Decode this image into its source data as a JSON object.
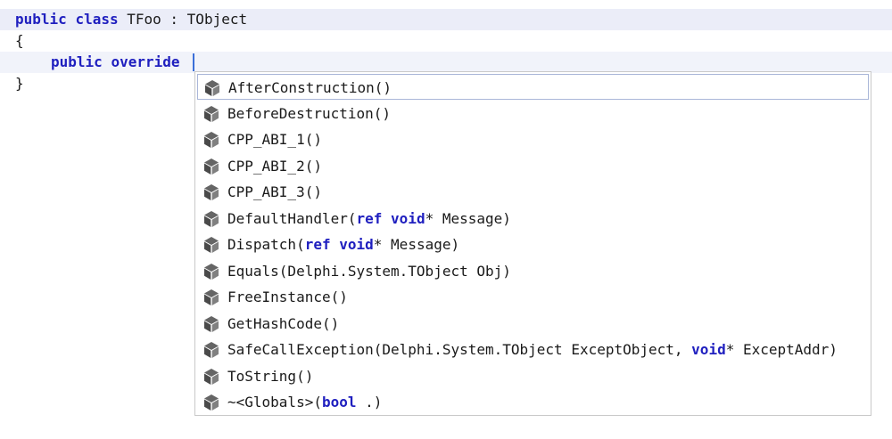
{
  "editor": {
    "line1": {
      "kw1": "public",
      "kw2": "class",
      "rest": " TFoo : TObject"
    },
    "line2": {
      "text": "{"
    },
    "line3": {
      "kw1": "public",
      "kw2": "override"
    },
    "line4": {
      "text": "}"
    }
  },
  "completion": {
    "items": [
      {
        "parts": [
          {
            "t": "AfterConstruction()"
          }
        ]
      },
      {
        "parts": [
          {
            "t": "BeforeDestruction()"
          }
        ]
      },
      {
        "parts": [
          {
            "t": "CPP_ABI_1()"
          }
        ]
      },
      {
        "parts": [
          {
            "t": "CPP_ABI_2()"
          }
        ]
      },
      {
        "parts": [
          {
            "t": "CPP_ABI_3()"
          }
        ]
      },
      {
        "parts": [
          {
            "t": "DefaultHandler("
          },
          {
            "t": "ref",
            "kw": true
          },
          {
            "t": " "
          },
          {
            "t": "void",
            "kw": true
          },
          {
            "t": "* Message)"
          }
        ]
      },
      {
        "parts": [
          {
            "t": "Dispatch("
          },
          {
            "t": "ref",
            "kw": true
          },
          {
            "t": " "
          },
          {
            "t": "void",
            "kw": true
          },
          {
            "t": "* Message)"
          }
        ]
      },
      {
        "parts": [
          {
            "t": "Equals(Delphi.System.TObject Obj)"
          }
        ]
      },
      {
        "parts": [
          {
            "t": "FreeInstance()"
          }
        ]
      },
      {
        "parts": [
          {
            "t": "GetHashCode()"
          }
        ]
      },
      {
        "parts": [
          {
            "t": "SafeCallException(Delphi.System.TObject ExceptObject, "
          },
          {
            "t": "void",
            "kw": true
          },
          {
            "t": "* ExceptAddr)"
          }
        ]
      },
      {
        "parts": [
          {
            "t": "ToString()"
          }
        ]
      },
      {
        "parts": [
          {
            "t": "~<Globals>("
          },
          {
            "t": "bool",
            "kw": true
          },
          {
            "t": " .)"
          }
        ]
      }
    ],
    "selected_index": 0,
    "icon_name": "method-cube-icon"
  },
  "colors": {
    "keyword": "#1f1fbf",
    "current_line": "#ebedf8",
    "caret": "#3b6fd8",
    "icon": "#4a4a4a"
  }
}
